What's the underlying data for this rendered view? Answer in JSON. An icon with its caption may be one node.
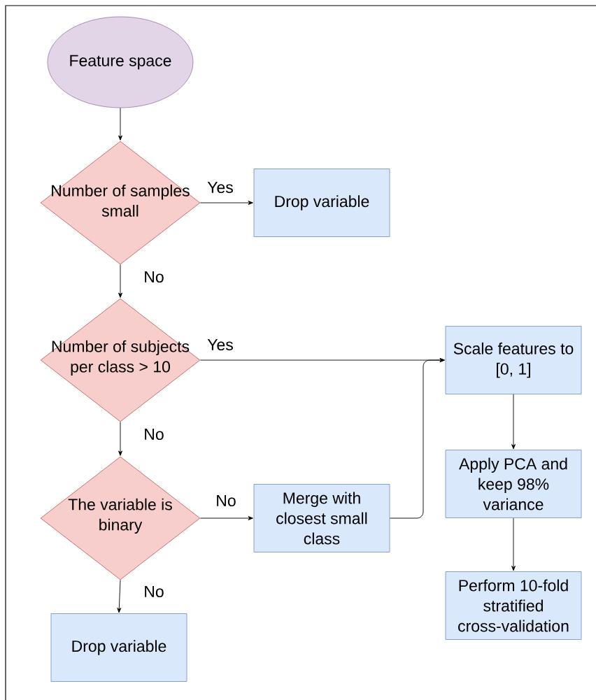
{
  "diagram": {
    "nodes": [
      {
        "text": [
          "Feature space"
        ]
      },
      {
        "text": [
          "Number of samples small"
        ]
      },
      {
        "text": [
          "Drop variable"
        ]
      },
      {
        "text": [
          "Number of subjects per class > 10"
        ]
      },
      {
        "text": [
          "Scale features to [0, 1]"
        ]
      },
      {
        "text": [
          "The variable is binary"
        ]
      },
      {
        "text": [
          "Merge with closest small class"
        ]
      },
      {
        "text": [
          "Apply PCA and keep 98% variance"
        ]
      },
      {
        "text": [
          "Perform 10-fold stratified cross-validation"
        ]
      },
      {
        "text": [
          "Drop variable"
        ]
      }
    ],
    "edges": [
      {
        "from": 0,
        "to": 1,
        "arrow": "to"
      },
      {
        "from": 1,
        "to": 2,
        "arrow": "to",
        "label": "Yes"
      },
      {
        "from": 1,
        "to": 3,
        "arrow": "to",
        "label": "No"
      },
      {
        "from": 3,
        "to": 4,
        "arrow": "to",
        "label": "Yes"
      },
      {
        "from": 3,
        "to": 5,
        "arrow": "to",
        "label": "No"
      },
      {
        "from": 5,
        "to": 6,
        "arrow": "to",
        "label": "No"
      },
      {
        "from": 5,
        "to": 9,
        "arrow": "to",
        "label": "No"
      },
      {
        "from": 6,
        "to": 4,
        "arrow": "to"
      },
      {
        "from": 4,
        "to": 7,
        "arrow": "to"
      },
      {
        "from": 7,
        "to": 8,
        "arrow": "to"
      }
    ]
  }
}
